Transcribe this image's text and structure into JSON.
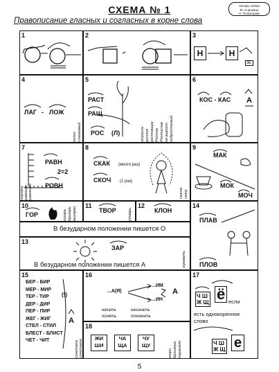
{
  "header": {
    "title": "СХЕМА № 1",
    "subtitle": "Правописание гласных и согласных в корне слова",
    "authors": [
      "Авторы схемы",
      "М. Сорокина",
      "Н. Полынцева"
    ]
  },
  "cells": {
    "c1": {
      "num": "1"
    },
    "c2": {
      "num": "2"
    },
    "c3": {
      "num": "3",
      "letter_a": "Н",
      "letter_b": "Н",
      "badge": "зв."
    },
    "c4": {
      "num": "4",
      "word_a": "ЛАГ",
      "sep": "-",
      "word_b": "ЛОЖ",
      "vert": [
        "полог",
        "слагаемый"
      ]
    },
    "c5": {
      "num": "5",
      "w1": "РАСТ",
      "w2": "РАЩ",
      "w3": "РОС",
      "w3b": "(Л)",
      "vert": [
        "отрасль",
        "росток",
        "ростовщик",
        "Ростов",
        "Ростислав",
        "на вырост",
        "подростковый"
      ]
    },
    "c6": {
      "num": "6",
      "word": "КОС - КАС",
      "mark": "А"
    },
    "c7": {
      "num": "7",
      "w1": "РАВН",
      "w2": "2=2",
      "w3": "РОВН",
      "vert": [
        "поровну",
        "равнина",
        "равнение"
      ]
    },
    "c8": {
      "num": "8",
      "w1": "СКАК",
      "n1": "(много раз)",
      "w2": "СКОЧ",
      "n2": "(1 раз)",
      "vert": [
        "скачок",
        "скачу"
      ]
    },
    "c9": {
      "num": "9",
      "w1": "МАК",
      "w2": "МОК",
      "w3": "МОЧ"
    },
    "c10": {
      "num": "10",
      "word": "ГОР",
      "vert": [
        "изгарь",
        "пригарь",
        "выгарки"
      ]
    },
    "c11": {
      "num": "11",
      "word": "ТВОР",
      "vert": [
        "утварь"
      ]
    },
    "c12": {
      "num": "12",
      "word": "КЛОН"
    },
    "row10_rule": "В безударном положении пишется О",
    "c13": {
      "num": "13",
      "word": "ЗАР",
      "rule": "В безударном положении пишется А",
      "vert": [
        "зоревать"
      ]
    },
    "c14": {
      "num": "14",
      "w1": "ПЛАВ",
      "w2": "ПЛОВ"
    },
    "c15": {
      "num": "15",
      "pairs": [
        "БЕР - БИР",
        "МЕР - МИР",
        "ТЕР - ТИР",
        "ДЕР - ДИР",
        "ПЕР - ПИР",
        "ЖЕГ - ЖИГ",
        "СТЕЛ - СТИЛ",
        "БЛЕСТ - БЛИСТ",
        "ЧЕТ - ЧИТ"
      ],
      "excl": "(!)",
      "mark": "А",
      "vert": [
        "сочетать",
        "сочетание"
      ]
    },
    "c16": {
      "num": "16",
      "src": "...А(Я)",
      "r1": "...ИМ",
      "r2": "...ИН",
      "ra": "А",
      "ex": [
        "начать",
        "начинать",
        "понять",
        "понимать"
      ]
    },
    "c17": {
      "num": "17",
      "letters": [
        "Ч",
        "Ш",
        "Ж",
        "Щ"
      ],
      "big": "ё",
      "t1": "если",
      "t2": "есть однокоренное",
      "t3": "слово",
      "letters2": [
        "Ч",
        "Ш",
        "Ж",
        "Щ"
      ],
      "big2": "е"
    },
    "c18": {
      "num": "18",
      "boxes": [
        [
          "ЖИ",
          "ШИ"
        ],
        [
          "ЧА",
          "ЩА"
        ],
        [
          "ЧУ",
          "ЩУ"
        ]
      ],
      "vert": [
        "жюри",
        "брошюра",
        "парашют"
      ]
    }
  },
  "page_number": "5"
}
